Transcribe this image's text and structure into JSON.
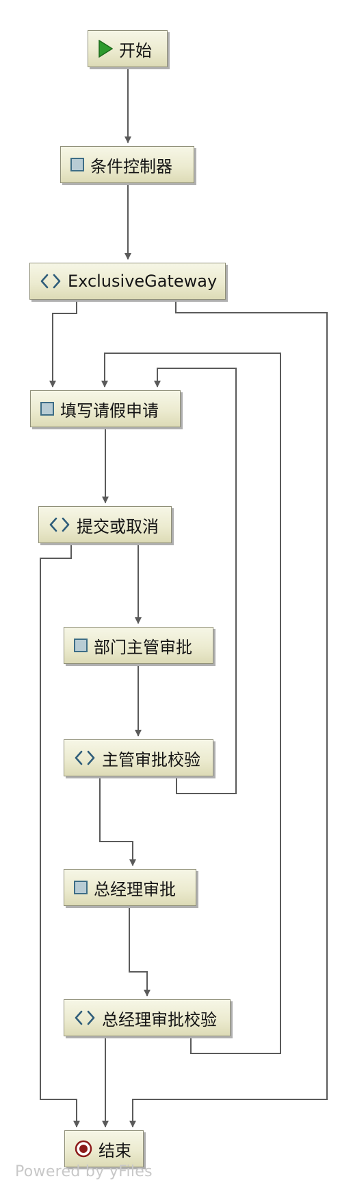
{
  "diagram": {
    "nodes": {
      "start": {
        "label": "开始",
        "icon": "play-triangle-icon",
        "kind": "start"
      },
      "condition_controller": {
        "label": "条件控制器",
        "icon": "task-square-icon",
        "kind": "task"
      },
      "exclusive_gateway": {
        "label": "ExclusiveGateway",
        "icon": "gateway-icon",
        "kind": "gateway"
      },
      "fill_leave_request": {
        "label": "填写请假申请",
        "icon": "task-square-icon",
        "kind": "task"
      },
      "submit_or_cancel": {
        "label": "提交或取消",
        "icon": "gateway-icon",
        "kind": "gateway"
      },
      "dept_manager_approval": {
        "label": "部门主管审批",
        "icon": "task-square-icon",
        "kind": "task"
      },
      "manager_approval_check": {
        "label": "主管审批校验",
        "icon": "gateway-icon",
        "kind": "gateway"
      },
      "gm_approval": {
        "label": "总经理审批",
        "icon": "task-square-icon",
        "kind": "task"
      },
      "gm_approval_check": {
        "label": "总经理审批校验",
        "icon": "gateway-icon",
        "kind": "gateway"
      },
      "end": {
        "label": "结束",
        "icon": "end-circle-icon",
        "kind": "end"
      }
    },
    "edges": [
      {
        "from": "start",
        "to": "condition_controller"
      },
      {
        "from": "condition_controller",
        "to": "exclusive_gateway"
      },
      {
        "from": "exclusive_gateway",
        "to": "fill_leave_request"
      },
      {
        "from": "exclusive_gateway",
        "to": "end"
      },
      {
        "from": "fill_leave_request",
        "to": "submit_or_cancel"
      },
      {
        "from": "submit_or_cancel",
        "to": "dept_manager_approval"
      },
      {
        "from": "submit_or_cancel",
        "to": "end"
      },
      {
        "from": "dept_manager_approval",
        "to": "manager_approval_check"
      },
      {
        "from": "manager_approval_check",
        "to": "fill_leave_request"
      },
      {
        "from": "manager_approval_check",
        "to": "gm_approval"
      },
      {
        "from": "gm_approval",
        "to": "gm_approval_check"
      },
      {
        "from": "gm_approval_check",
        "to": "fill_leave_request"
      },
      {
        "from": "gm_approval_check",
        "to": "end"
      }
    ],
    "colors": {
      "edge": "#5a5a5a",
      "node_border": "#8f8f78",
      "start_triangle": "#2e9a2e",
      "task_icon": "#3d6d86",
      "end_circle": "#8b1a1a"
    }
  },
  "watermark": "Powered by yFiles"
}
